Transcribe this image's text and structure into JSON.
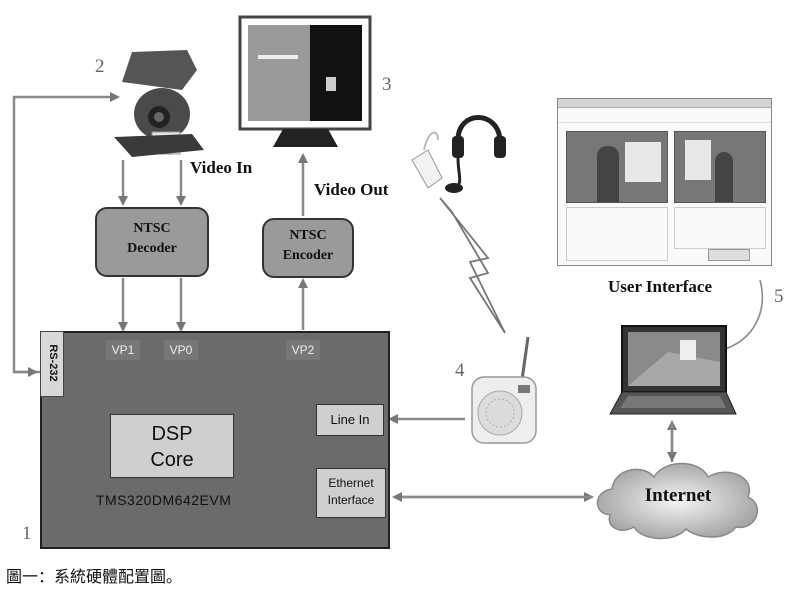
{
  "numbers": {
    "n1": "1",
    "n2": "2",
    "n3": "3",
    "n4": "4",
    "n5": "5"
  },
  "labels": {
    "video_in": "Video In",
    "video_out": "Video Out",
    "ntsc_decoder_1": "NTSC",
    "ntsc_decoder_2": "Decoder",
    "ntsc_encoder_1": "NTSC",
    "ntsc_encoder_2": "Encoder",
    "vp1": "VP1",
    "vp0": "VP0",
    "vp2": "VP2",
    "rs232": "RS-232",
    "dsp_1": "DSP",
    "dsp_2": "Core",
    "board": "TMS320DM642EVM",
    "line_in": "Line In",
    "ethernet_1": "Ethernet",
    "ethernet_2": "Interface",
    "internet": "Internet",
    "user_interface": "User Interface"
  },
  "caption": "圖一：系統硬體配置圖。"
}
